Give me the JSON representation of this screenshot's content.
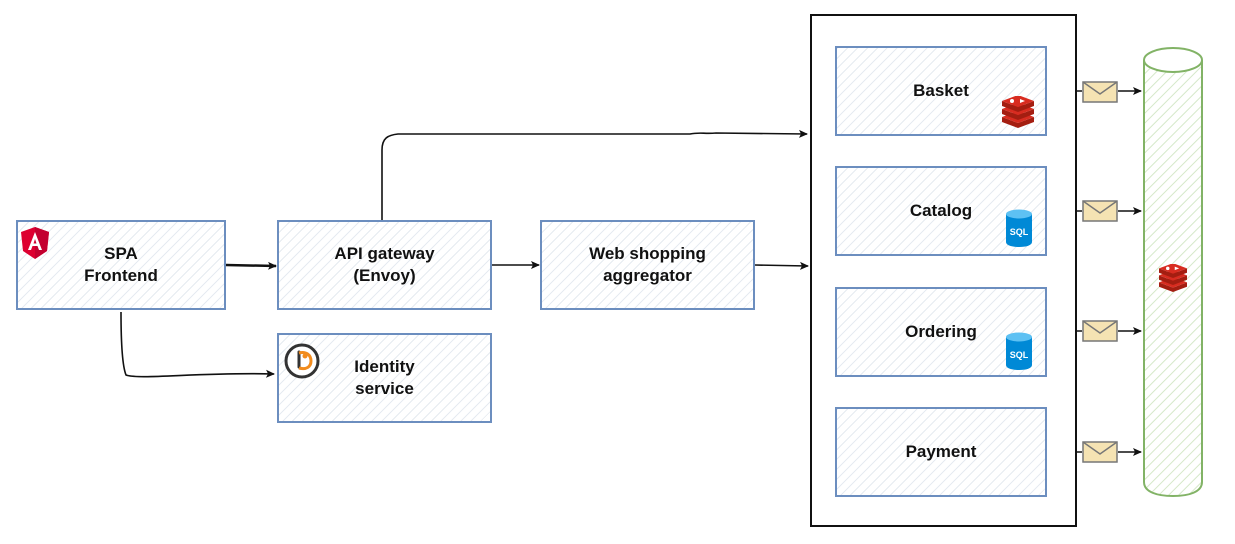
{
  "nodes": {
    "spa": {
      "label": "SPA\nFrontend",
      "icon": "angular-icon"
    },
    "gateway": {
      "label": "API gateway\n(Envoy)"
    },
    "aggregator": {
      "label": "Web shopping\naggregator"
    },
    "identity": {
      "label": "Identity\nservice",
      "icon": "identity-server-icon"
    },
    "basket": {
      "label": "Basket",
      "icon": "redis-icon"
    },
    "catalog": {
      "label": "Catalog",
      "icon": "sql-database-icon",
      "db_text": "SQL"
    },
    "ordering": {
      "label": "Ordering",
      "icon": "sql-database-icon",
      "db_text": "SQL"
    },
    "payment": {
      "label": "Payment"
    }
  },
  "event_bus": {
    "icon": "redis-icon"
  },
  "colors": {
    "box_border": "#6c8ebf",
    "bus_border": "#82b366",
    "angular_red": "#dd0031",
    "redis_red": "#d82c20",
    "sql_blue": "#0089d6",
    "message_fill": "#f5e3b3"
  }
}
